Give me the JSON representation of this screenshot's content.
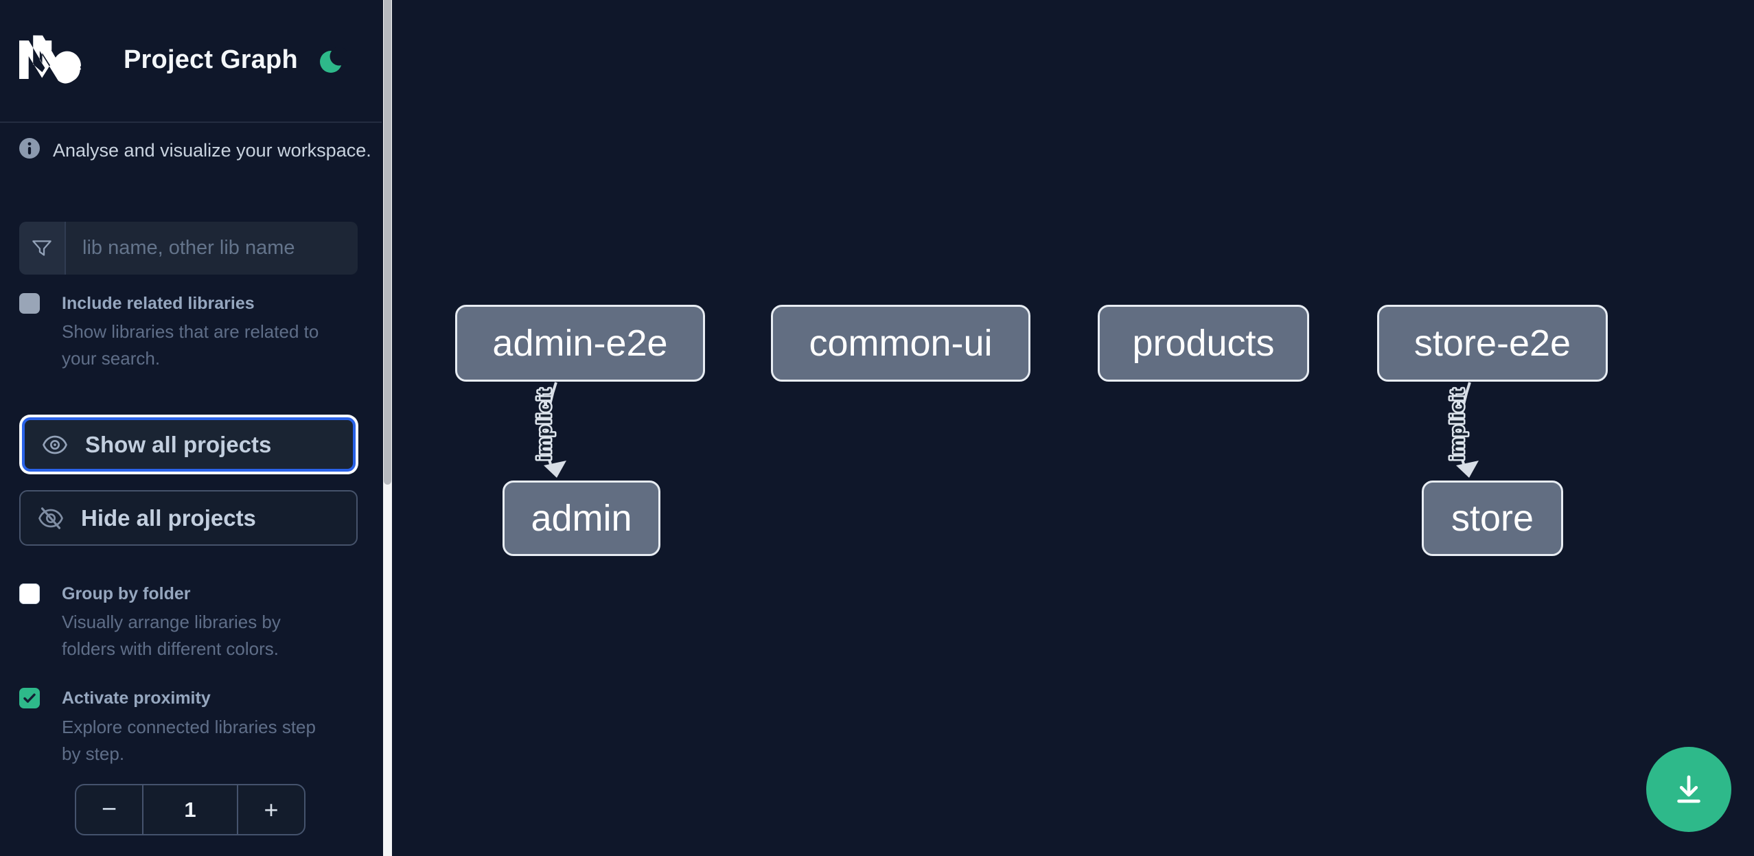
{
  "header": {
    "title": "Project Graph",
    "theme_toggle_icon": "moon-icon"
  },
  "sidebar": {
    "tagline": "Analyse and visualize your workspace.",
    "search_placeholder": "lib name, other lib name",
    "include_related": {
      "label": "Include related libraries",
      "checked": false,
      "description_lines": [
        "Show libraries that are related to",
        "your search."
      ]
    },
    "show_all_label": "Show all projects",
    "hide_all_label": "Hide all projects",
    "group_by_folder": {
      "label": "Group by folder",
      "checked": false,
      "description_lines": [
        "Visually arrange libraries by",
        "folders with different colors."
      ]
    },
    "activate_proximity": {
      "label": "Activate proximity",
      "checked": true,
      "description_lines": [
        "Explore connected libraries step",
        "by step."
      ]
    },
    "proximity_stepper": {
      "decrement": "−",
      "value": "1",
      "increment": "+"
    }
  },
  "graph": {
    "nodes": [
      {
        "id": "admin-e2e",
        "label": "admin-e2e"
      },
      {
        "id": "common-ui",
        "label": "common-ui"
      },
      {
        "id": "products",
        "label": "products"
      },
      {
        "id": "store-e2e",
        "label": "store-e2e"
      },
      {
        "id": "admin",
        "label": "admin"
      },
      {
        "id": "store",
        "label": "store"
      }
    ],
    "edges": [
      {
        "from": "admin-e2e",
        "to": "admin",
        "label": "implicit"
      },
      {
        "from": "store-e2e",
        "to": "store",
        "label": "implicit"
      }
    ]
  },
  "fab": {
    "icon": "download-icon"
  },
  "colors": {
    "background": "#0f172a",
    "accent_green": "#2eb98a",
    "focus_ring_blue": "#2a62e8",
    "node_fill": "#626e82",
    "node_border": "#e8edf3",
    "edge": "#d8dee6",
    "scrollbar_track": "#f4f5f6"
  }
}
